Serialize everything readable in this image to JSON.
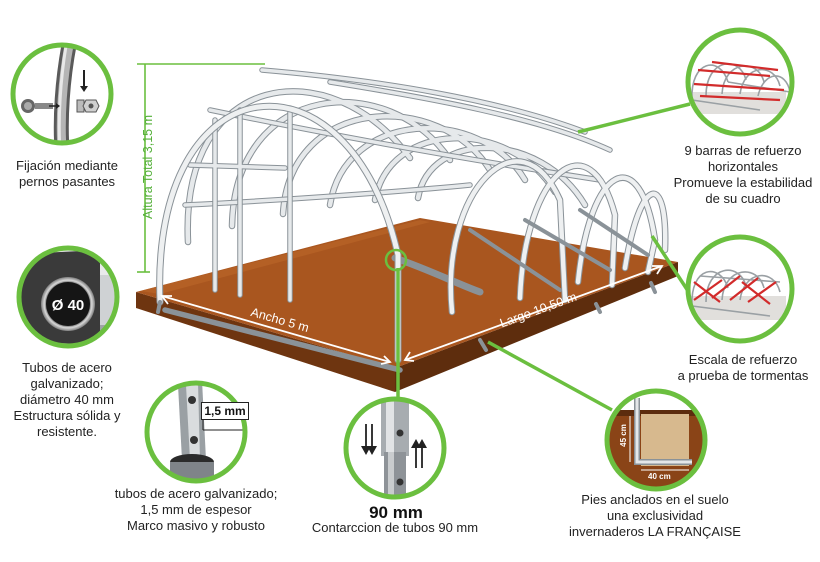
{
  "colors": {
    "accent_green": "#6bbf3f",
    "soil": "#a9561f",
    "soil_dark": "#5e2d0d",
    "frame_steel": "#c9ced2",
    "reinforcement_red": "#d22b2b"
  },
  "dimensions": {
    "height": "Altura Total 3,15 m",
    "width": "Ancho 5 m",
    "length": "Largo 10,50 m"
  },
  "callouts": {
    "bolts": {
      "icon": "bolt-nut-icon",
      "line1": "Fijación mediante",
      "line2": "pernos pasantes"
    },
    "tube": {
      "icon": "tube-section-icon",
      "badge": "Ø 40",
      "line1": "Tubos de acero",
      "line2": "galvanizado;",
      "line3": "diámetro 40 mm",
      "line4": "Estructura sólida y",
      "line5": "resistente."
    },
    "thickness": {
      "icon": "profile-thickness-icon",
      "badge": "1,5 mm",
      "line1": "tubos de acero galvanizado;",
      "line2": "1,5 mm de espesor",
      "line3": "Marco masivo y robusto"
    },
    "connector": {
      "icon": "tube-connector-icon",
      "title": "90 mm",
      "line1": "Contarccion de tubos 90 mm"
    },
    "feet": {
      "icon": "anchor-foot-icon",
      "dim_height": "45 cm",
      "dim_width": "40 cm",
      "line1": "Pies anclados en el suelo",
      "line2": "una exclusividad",
      "line3": "invernaderos LA FRANÇAISE"
    },
    "bars": {
      "icon": "reinforcement-bars-icon",
      "line1": "9 barras de refuerzo",
      "line2": "horizontales",
      "line3": "Promueve la estabilidad",
      "line4": "de su cuadro"
    },
    "storm": {
      "icon": "storm-bracing-icon",
      "line1": "Escala de refuerzo",
      "line2": "a prueba de tormentas"
    }
  }
}
